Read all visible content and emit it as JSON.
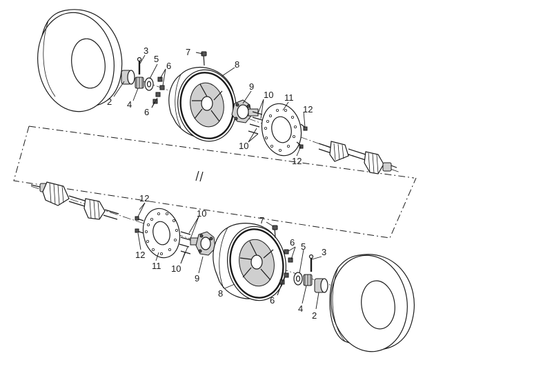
{
  "callouts": {
    "top": {
      "c2": "2",
      "c3": "3",
      "c4": "4",
      "c5": "5",
      "c6a": "6",
      "c6b": "6",
      "c7": "7",
      "c8": "8",
      "c9": "9",
      "c10a": "10",
      "c10b": "10",
      "c11": "11",
      "c12a": "12",
      "c12b": "12"
    },
    "bottom": {
      "c12a": "12",
      "c12b": "12",
      "c11": "11",
      "c10a": "10",
      "c10b": "10",
      "c9": "9",
      "c8": "8",
      "c7": "7",
      "c6a": "6",
      "c6b": "6",
      "c5": "5",
      "c4": "4",
      "c3": "3",
      "c2": "2"
    }
  },
  "icons": {
    "tire": "tire-icon",
    "rim": "wheel-rim-icon",
    "hub": "wheel-hub-icon",
    "disc": "brake-disc-icon",
    "shaft": "drive-shaft-icon",
    "nut": "hub-nut-icon",
    "washer": "washer-icon",
    "pin": "cotter-pin-icon",
    "valve": "valve-stem-icon",
    "bolt": "bolt-icon"
  }
}
